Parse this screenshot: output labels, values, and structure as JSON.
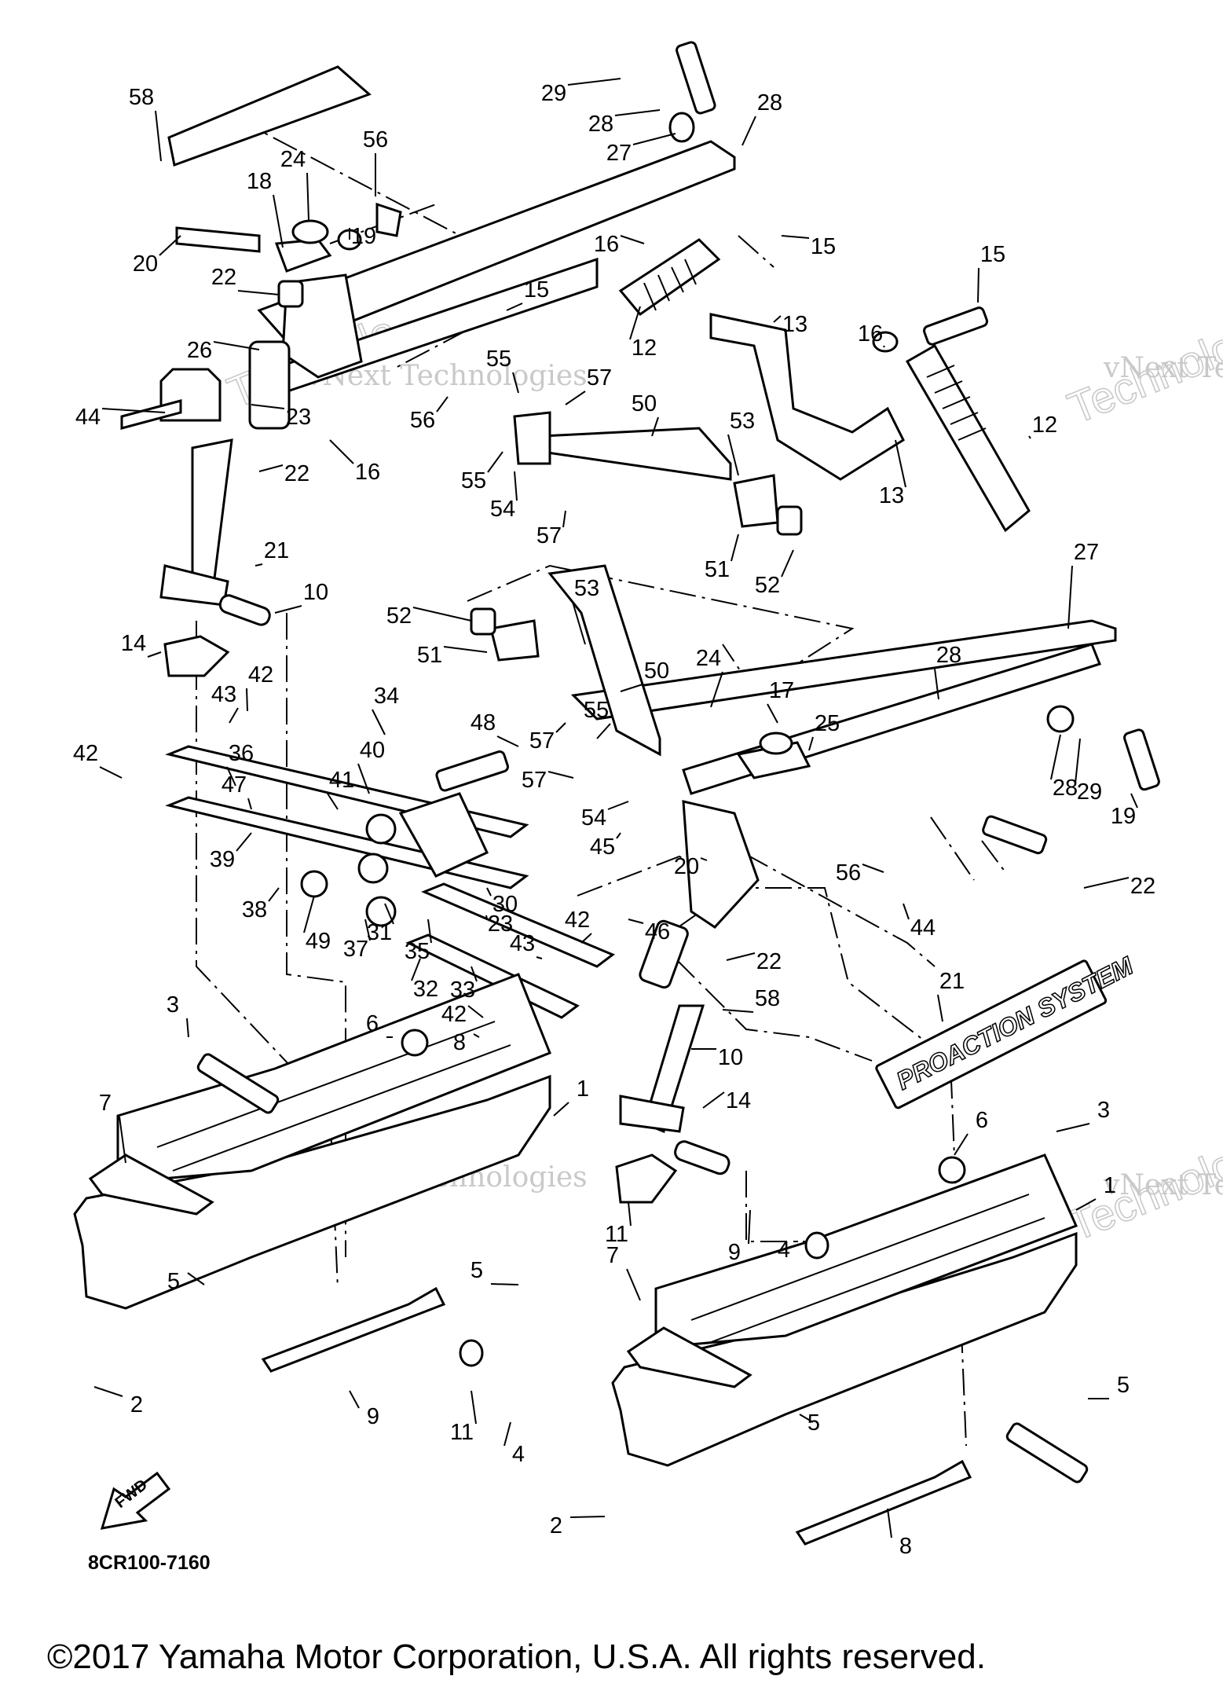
{
  "drawing_code": "8CR100-7160",
  "copyright": "©2017 Yamaha Motor Corporation, U.S.A. All rights reserved.",
  "fwd_label": "FWD",
  "decal_text": "PROACTION SYSTEM",
  "watermarks": [
    "vNext Technologies",
    "vNext Tec",
    "Technolo"
  ],
  "callouts": [
    "58",
    "29",
    "28",
    "27",
    "28",
    "56",
    "24",
    "18",
    "20",
    "19",
    "22",
    "26",
    "44",
    "23",
    "16",
    "22",
    "16",
    "15",
    "12",
    "15",
    "13",
    "15",
    "16",
    "12",
    "13",
    "55",
    "57",
    "50",
    "53",
    "56",
    "55",
    "54",
    "57",
    "51",
    "52",
    "21",
    "10",
    "14",
    "43",
    "42",
    "42",
    "36",
    "39",
    "41",
    "40",
    "34",
    "47",
    "38",
    "49",
    "37",
    "31",
    "35",
    "32",
    "33",
    "30",
    "42",
    "43",
    "42",
    "52",
    "51",
    "53",
    "50",
    "57",
    "48",
    "57",
    "55",
    "54",
    "45",
    "20",
    "24",
    "17",
    "25",
    "28",
    "27",
    "28",
    "29",
    "19",
    "22",
    "56",
    "44",
    "46",
    "23",
    "22",
    "58",
    "21",
    "10",
    "14",
    "11",
    "9",
    "4",
    "6",
    "8",
    "3",
    "1",
    "7",
    "5",
    "5",
    "2",
    "9",
    "11",
    "4",
    "6",
    "3",
    "1",
    "7",
    "5",
    "5",
    "2",
    "8"
  ]
}
